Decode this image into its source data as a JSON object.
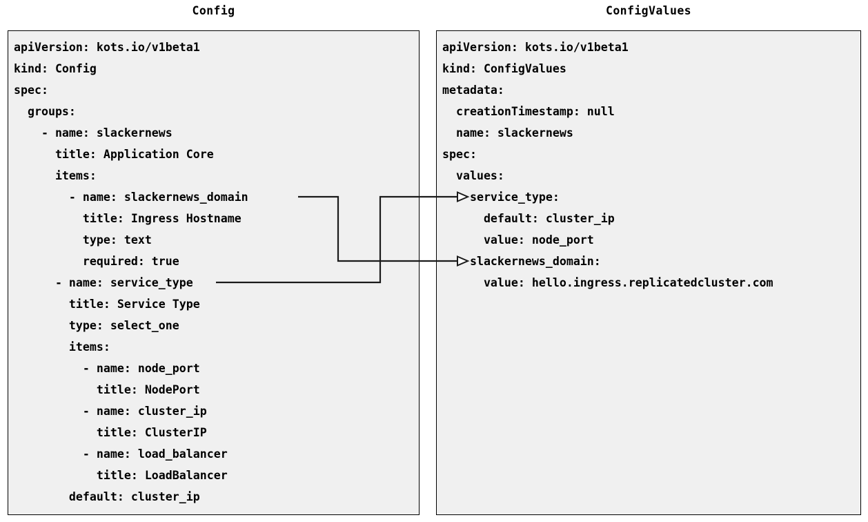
{
  "diagram": {
    "type": "two-panel-yaml-mapping",
    "background_color": "#ffffff",
    "panel_background_color": "#f0f0f0",
    "panel_border_color": "#000000",
    "connector_color": "#1a1a1a"
  },
  "left_panel": {
    "title": "Config",
    "lines": [
      "apiVersion: kots.io/v1beta1",
      "kind: Config",
      "spec:",
      "  groups:",
      "    - name: slackernews",
      "      title: Application Core",
      "      items:",
      "        - name: slackernews_domain",
      "          title: Ingress Hostname",
      "          type: text",
      "          required: true",
      "      - name: service_type",
      "        title: Service Type",
      "        type: select_one",
      "        items:",
      "          - name: node_port",
      "            title: NodePort",
      "          - name: cluster_ip",
      "            title: ClusterIP",
      "          - name: load_balancer",
      "            title: LoadBalancer",
      "        default: cluster_ip"
    ]
  },
  "right_panel": {
    "title": "ConfigValues",
    "lines": [
      "apiVersion: kots.io/v1beta1",
      "kind: ConfigValues",
      "metadata:",
      "  creationTimestamp: null",
      "  name: slackernews",
      "spec:",
      "  values:",
      "    service_type:",
      "      default: cluster_ip",
      "      value: node_port",
      "    slackernews_domain:",
      "      value: hello.ingress.replicatedcluster.com"
    ]
  },
  "connectors": [
    {
      "name": "slackernews-domain-mapping",
      "from_label": "slackernews_domain",
      "to_label": "slackernews_domain:",
      "from_side": "left-panel",
      "to_side": "right-panel",
      "arrowhead": "open-triangle"
    },
    {
      "name": "service-type-mapping",
      "from_label": "service_type",
      "to_label": "service_type:",
      "from_side": "left-panel",
      "to_side": "right-panel",
      "arrowhead": "open-triangle"
    }
  ]
}
